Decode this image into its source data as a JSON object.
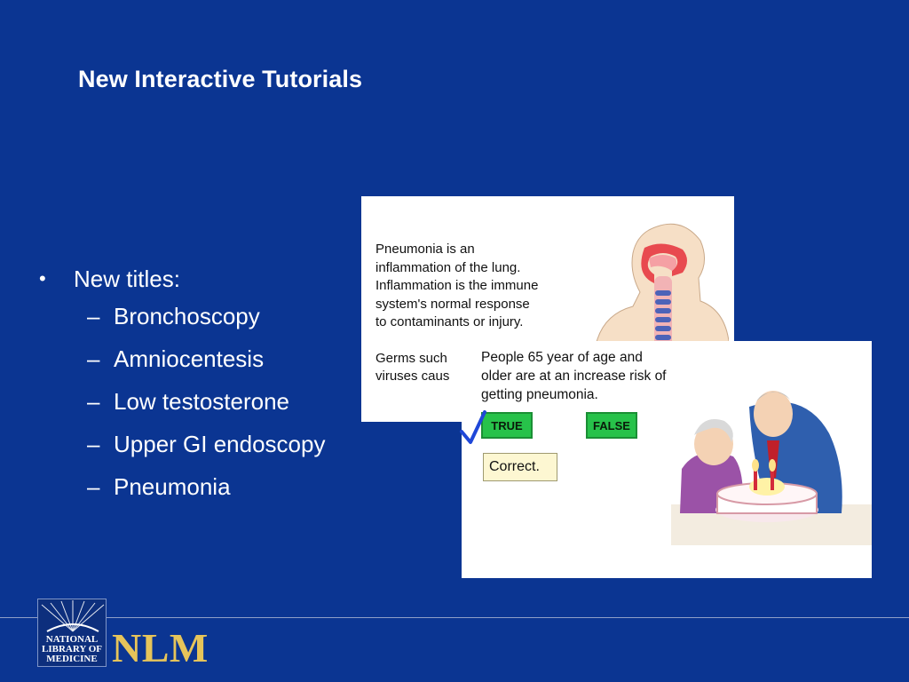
{
  "slide": {
    "title": "New Interactive Tutorials"
  },
  "bullets": {
    "main": "New titles:",
    "items": [
      "Bronchoscopy",
      "Amniocentesis",
      "Low testosterone",
      "Upper GI endoscopy",
      "Pneumonia"
    ]
  },
  "screenshot1": {
    "lines": [
      "Pneumonia is an",
      "inflammation of the lung.",
      "Inflammation is the immune",
      "system's normal response",
      "to contaminants or injury."
    ],
    "partial_lines": [
      "Germs such",
      "viruses caus"
    ],
    "illustration": "throat-anatomy-illustration"
  },
  "screenshot2": {
    "question_lines": [
      "People 65 year of age and",
      "older are at an increase risk of",
      "getting pneumonia."
    ],
    "true_label": "TRUE",
    "false_label": "FALSE",
    "feedback": "Correct.",
    "check_icon": "checkmark-icon",
    "illustration": "elderly-couple-birthday-cake-illustration"
  },
  "footer": {
    "logo_text": [
      "NATIONAL",
      "LIBRARY OF",
      "MEDICINE"
    ],
    "brand": "NLM"
  },
  "colors": {
    "background": "#0b3592",
    "brand_gold": "#e6c45a",
    "button_green": "#27c24a"
  }
}
